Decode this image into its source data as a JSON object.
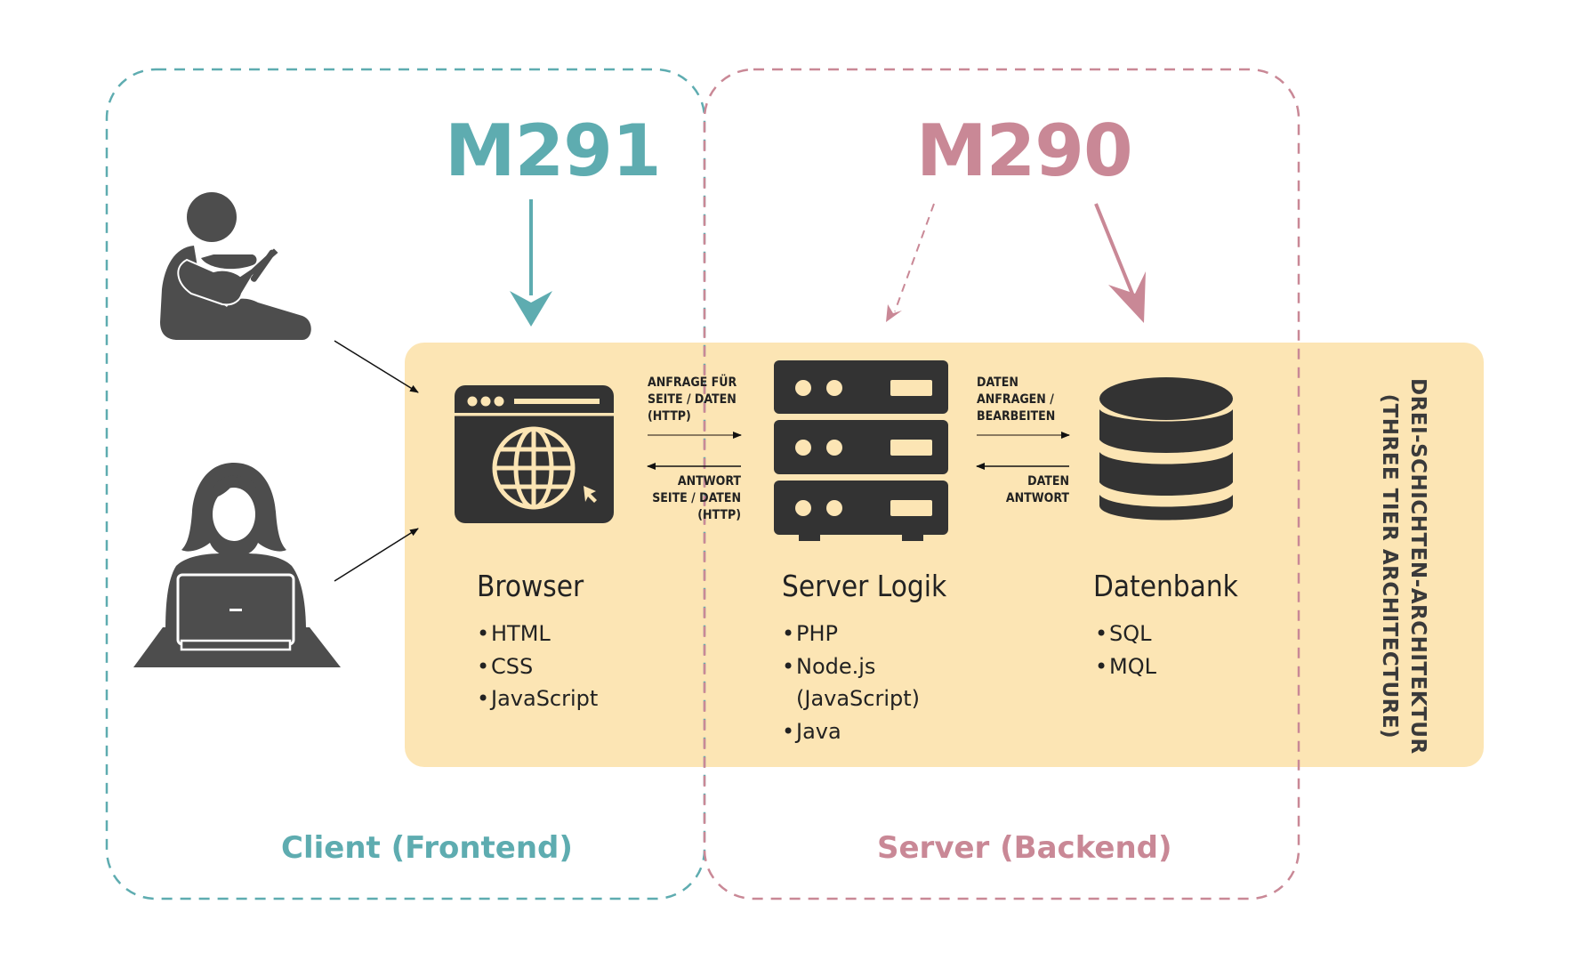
{
  "modules": {
    "client_module": "M291",
    "server_module": "M290"
  },
  "regions": {
    "client_label": "Client (Frontend)",
    "server_label": "Server (Backend)"
  },
  "band_label": {
    "line1": "DREI-SCHICHTEN-ARCHITEKTUR",
    "line2": "(THREE TIER ARCHITECTURE)"
  },
  "tiers": [
    {
      "title": "Browser",
      "icon": "browser-globe-icon",
      "items": [
        "HTML",
        "CSS",
        "JavaScript"
      ]
    },
    {
      "title": "Server Logik",
      "icon": "server-rack-icon",
      "items": [
        "PHP",
        "Node.js",
        "(JavaScript)",
        "Java"
      ]
    },
    {
      "title": "Datenbank",
      "icon": "database-icon",
      "items": [
        "SQL",
        "MQL"
      ]
    }
  ],
  "arrows": {
    "browser_server": {
      "request": [
        "ANFRAGE FÜR",
        "SEITE / DATEN",
        "(HTTP)"
      ],
      "response": [
        "ANTWORT",
        "SEITE / DATEN",
        "(HTTP)"
      ]
    },
    "server_db": {
      "request": [
        "DATEN",
        "ANFRAGEN /",
        "BEARBEITEN"
      ],
      "response": [
        "DATEN",
        "ANTWORT"
      ]
    }
  },
  "users": [
    "user-sitting-phone-icon",
    "user-laptop-icon"
  ],
  "colors": {
    "client": "#5eacb0",
    "server": "#c98896",
    "band": "#fce5b4",
    "icon_dark": "#333333",
    "person": "#4d4d4d"
  }
}
